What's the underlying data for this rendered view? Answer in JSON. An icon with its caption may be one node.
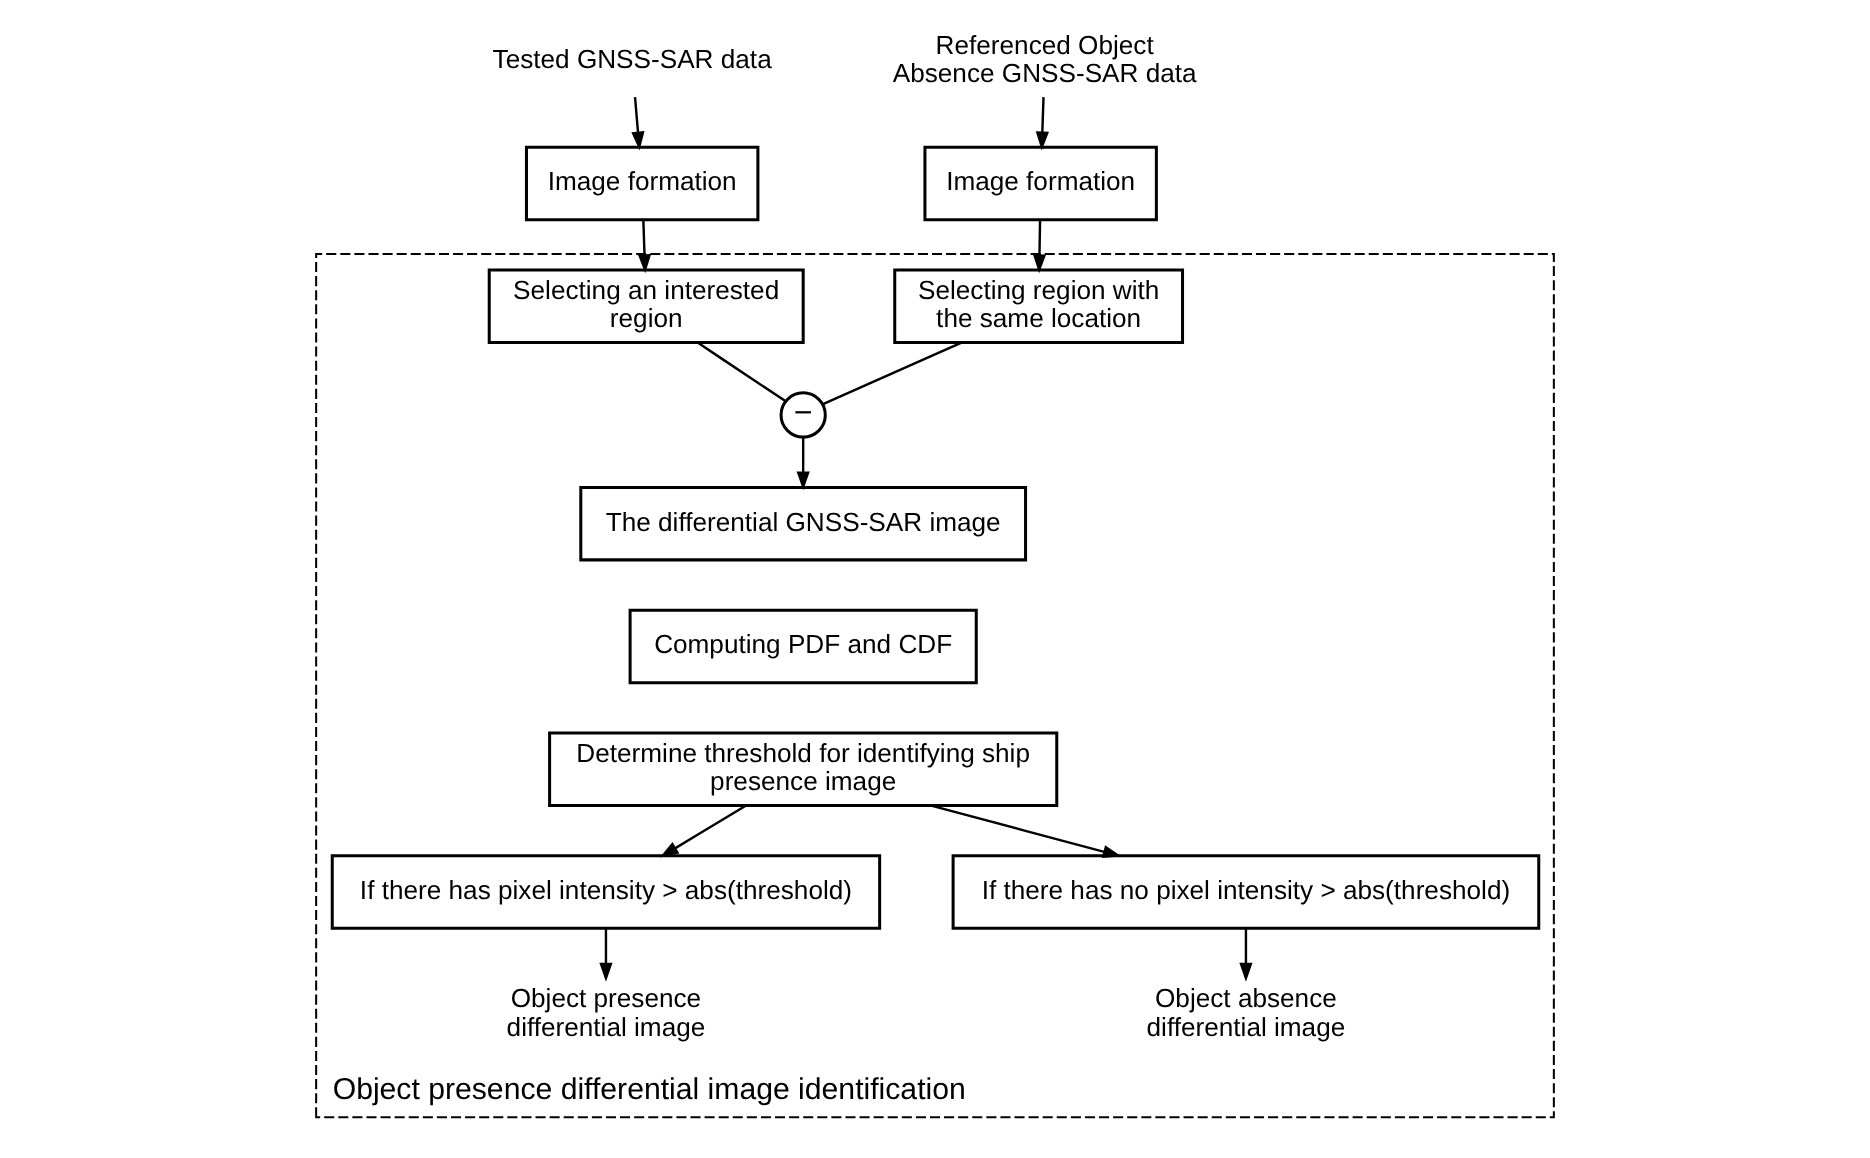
{
  "diagram": {
    "nodes": [
      {
        "text": [
          "Tested GNSS-SAR data"
        ]
      },
      {
        "text": [
          "Referenced Object Absence GNSS-SAR data"
        ]
      },
      {
        "text": [
          "Image formation"
        ]
      },
      {
        "text": [
          "Image formation"
        ]
      },
      {
        "text": [
          "Object presence differential image identification"
        ]
      },
      {
        "text": [
          "Selecting an interested region"
        ],
        "in": 4
      },
      {
        "text": [
          "Selecting region with the same location"
        ],
        "in": 4
      },
      {
        "text": [
          "−"
        ],
        "in": 4
      },
      {
        "text": [
          "The differential GNSS-SAR image"
        ],
        "in": 4
      },
      {
        "text": [
          "Computing PDF and CDF"
        ],
        "in": 4
      },
      {
        "text": [
          "Determine threshold for identifying ship presence image"
        ],
        "in": 4
      },
      {
        "text": [
          "If there has pixel intensity > abs(threshold)"
        ],
        "in": 4
      },
      {
        "text": [
          "If there has no pixel intensity > abs(threshold)"
        ],
        "in": 4
      },
      {
        "text": [
          "Object presence differential image"
        ],
        "in": 4
      },
      {
        "text": [
          "Object absence differential image"
        ],
        "in": 4
      }
    ],
    "edges": [
      {
        "from": 0,
        "to": 2,
        "arrow": "to"
      },
      {
        "from": 1,
        "to": 3,
        "arrow": "to"
      },
      {
        "from": 2,
        "to": 5,
        "arrow": "to"
      },
      {
        "from": 3,
        "to": 6,
        "arrow": "to"
      },
      {
        "from": 5,
        "to": 7,
        "arrow": "none"
      },
      {
        "from": 6,
        "to": 7,
        "arrow": "none"
      },
      {
        "from": 7,
        "to": 8,
        "arrow": "to"
      },
      {
        "from": 10,
        "to": 11,
        "arrow": "to"
      },
      {
        "from": 10,
        "to": 12,
        "arrow": "to"
      },
      {
        "from": 11,
        "to": 13,
        "arrow": "to"
      },
      {
        "from": 12,
        "to": 14,
        "arrow": "to"
      }
    ]
  }
}
